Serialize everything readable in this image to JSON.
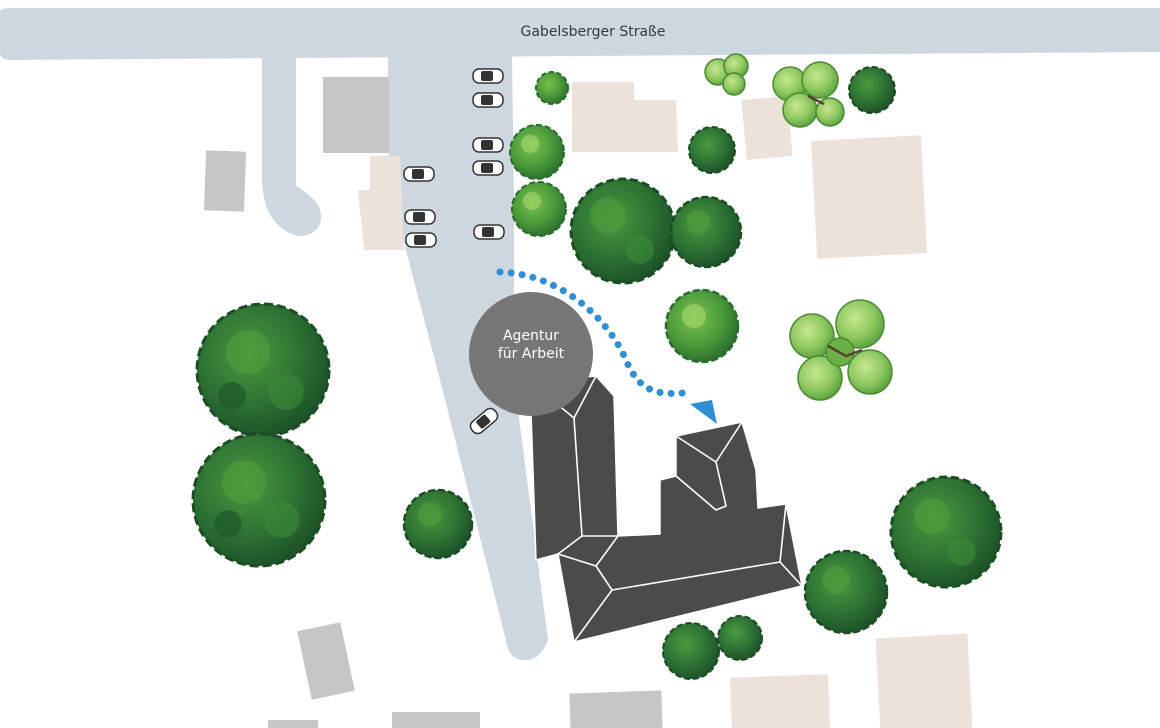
{
  "map": {
    "street_name": "Gabelsberger Straße",
    "poi": {
      "line1": "Agentur",
      "line2": "für Arbeit"
    },
    "colors": {
      "road": "#cdd7df",
      "building_grey": "#c6c6c6",
      "building_beige": "#ede2d9",
      "main_building": "#4b4b4b",
      "poi_marker": "#767676",
      "route": "#2f8fd2",
      "tree_dark": "#2a6b34",
      "tree_light": "#8fc85f"
    },
    "route_style": "dotted arrow",
    "icons": [
      "car-icon",
      "tree-icon",
      "route-arrow-icon"
    ]
  }
}
